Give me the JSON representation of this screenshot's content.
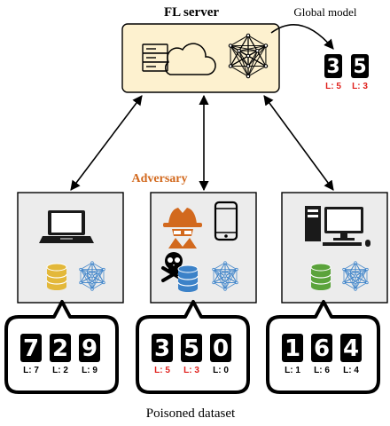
{
  "server": {
    "title": "FL server",
    "global_model_label": "Global model",
    "box_fill": "#fdf1cf",
    "global_model_samples": [
      {
        "digit": "3",
        "label": "L: 5",
        "poisoned": true
      },
      {
        "digit": "5",
        "label": "L: 3",
        "poisoned": true
      }
    ]
  },
  "adversary_label": "Adversary",
  "adversary_color": "#d2691e",
  "poisoned_label_color": "#e0201c",
  "client_box_fill": "#ececec",
  "clients": [
    {
      "device": "laptop-icon",
      "db_color": "#e3b83a",
      "samples": [
        {
          "digit": "7",
          "label": "L: 7",
          "poisoned": false
        },
        {
          "digit": "2",
          "label": "L: 2",
          "poisoned": false
        },
        {
          "digit": "9",
          "label": "L: 9",
          "poisoned": false
        }
      ]
    },
    {
      "device": "smartphone-icon",
      "db_color": "#3c82c8",
      "samples": [
        {
          "digit": "3",
          "label": "L: 5",
          "poisoned": true
        },
        {
          "digit": "5",
          "label": "L: 3",
          "poisoned": true
        },
        {
          "digit": "0",
          "label": "L: 0",
          "poisoned": false
        }
      ]
    },
    {
      "device": "desktop-icon",
      "db_color": "#5ba33b",
      "samples": [
        {
          "digit": "1",
          "label": "L: 1",
          "poisoned": false
        },
        {
          "digit": "6",
          "label": "L: 6",
          "poisoned": false
        },
        {
          "digit": "4",
          "label": "L: 4",
          "poisoned": false
        }
      ]
    }
  ],
  "poisoned_dataset_label": "Poisoned dataset"
}
